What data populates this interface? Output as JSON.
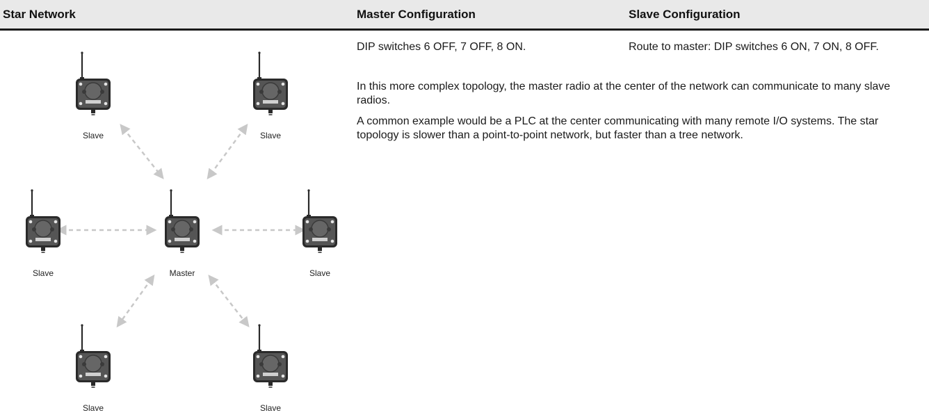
{
  "table": {
    "headers": {
      "star_network": "Star Network",
      "master_configuration": "Master Configuration",
      "slave_configuration": "Slave Configuration"
    },
    "master_config_text": "DIP switches 6 OFF, 7 OFF, 8 ON.",
    "slave_config_text": "Route to master: DIP switches 6 ON, 7 ON, 8 OFF.",
    "paragraphs": [
      "In this more complex topology, the master radio at the center of the network can communicate to many slave radios.",
      "A common example would be a PLC at the center communicating with many remote I/O systems. The star topology is slower than a point-to-point network, but faster than a tree network."
    ]
  },
  "diagram": {
    "nodes": [
      {
        "role": "slave",
        "label": "Slave"
      },
      {
        "role": "slave",
        "label": "Slave"
      },
      {
        "role": "slave",
        "label": "Slave"
      },
      {
        "role": "master",
        "label": "Master"
      },
      {
        "role": "slave",
        "label": "Slave"
      },
      {
        "role": "slave",
        "label": "Slave"
      },
      {
        "role": "slave",
        "label": "Slave"
      }
    ],
    "colors": {
      "device_body": "#555555",
      "device_dark": "#2a2a2a",
      "arrow": "#c8c8c8"
    }
  }
}
